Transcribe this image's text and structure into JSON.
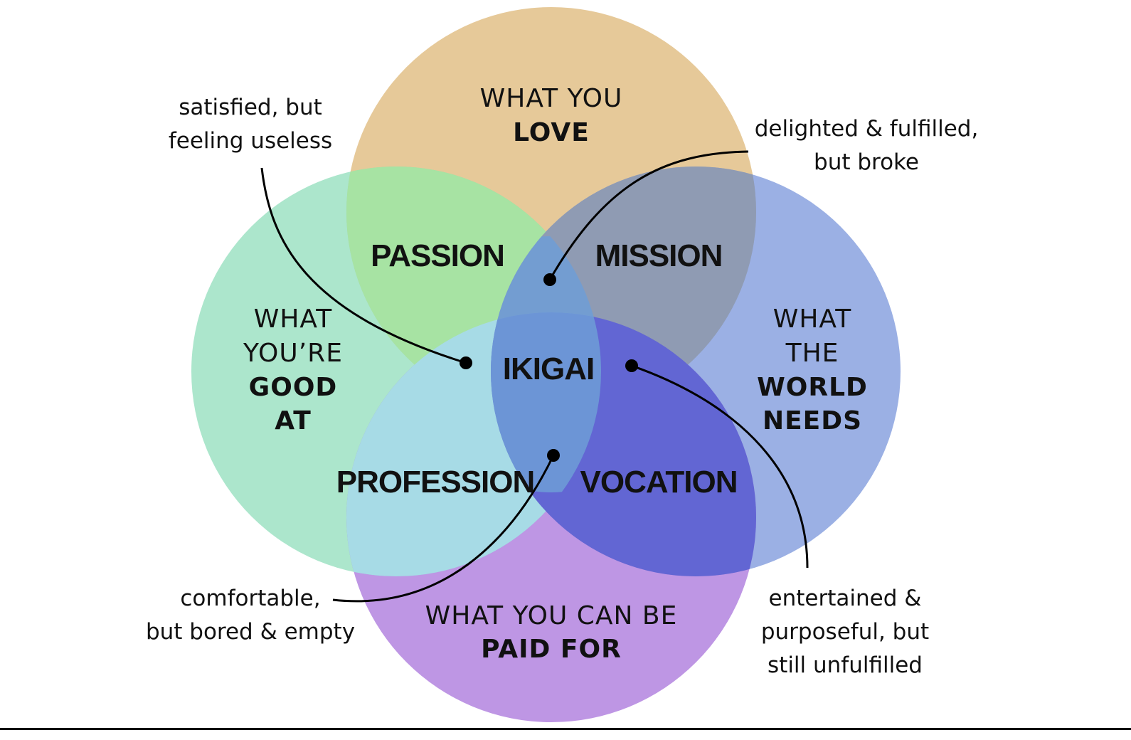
{
  "colors": {
    "love": "#dcb26d",
    "good_at": "#7fd8b0",
    "world_needs": "#7a95db",
    "paid_for": "#a26ad9",
    "passion": "#a7e3a3",
    "mission": "#8f9bb3",
    "profession": "#a7dbe6",
    "vocation": "#6266d3",
    "ikigai": "#6e9ed6"
  },
  "circles": {
    "love": {
      "line1": "WHAT YOU",
      "line2": "LOVE"
    },
    "good_at": {
      "line1": "WHAT",
      "line2": "YOU’RE",
      "line3": "GOOD",
      "line4": "AT"
    },
    "world_needs": {
      "line1": "WHAT",
      "line2": "THE",
      "line3": "WORLD",
      "line4": "NEEDS"
    },
    "paid_for": {
      "line1": "WHAT YOU CAN BE",
      "line2": "PAID FOR"
    }
  },
  "regions": {
    "passion": "PASSION",
    "mission": "MISSION",
    "profession": "PROFESSION",
    "vocation": "VOCATION",
    "center": "IKIGAI"
  },
  "notes": {
    "top_left": {
      "line1": "satisfied, but",
      "line2": "feeling useless"
    },
    "top_right": {
      "line1": "delighted & fulfilled,",
      "line2": "but broke"
    },
    "bottom_left": {
      "line1": "comfortable,",
      "line2": "but bored & empty"
    },
    "bottom_right": {
      "line1": "entertained &",
      "line2": "purposeful, but",
      "line3": "still unfulfilled"
    }
  }
}
